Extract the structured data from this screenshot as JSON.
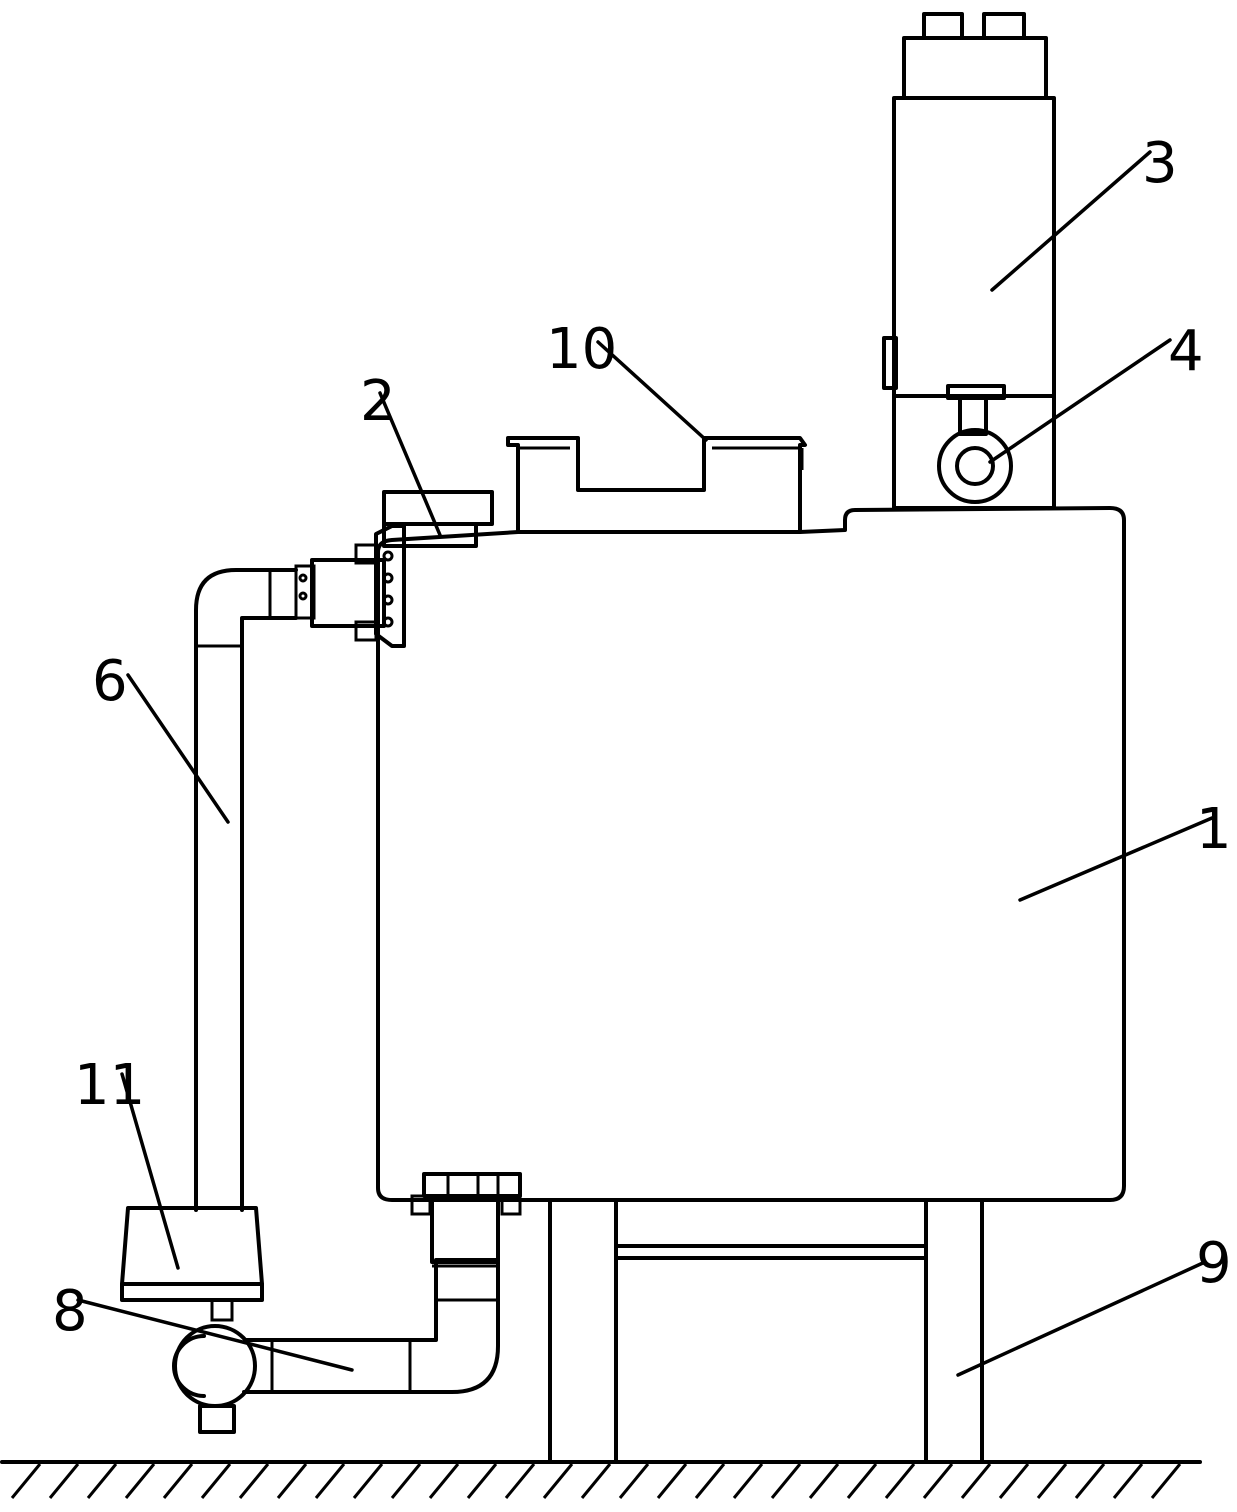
{
  "labels": {
    "tank": "1",
    "inlet_fitting": "2",
    "motor": "3",
    "pump": "4",
    "riser_pipe": "6",
    "bottom_pipe": "8",
    "support_legs": "9",
    "top_cover": "10",
    "filter": "11"
  }
}
